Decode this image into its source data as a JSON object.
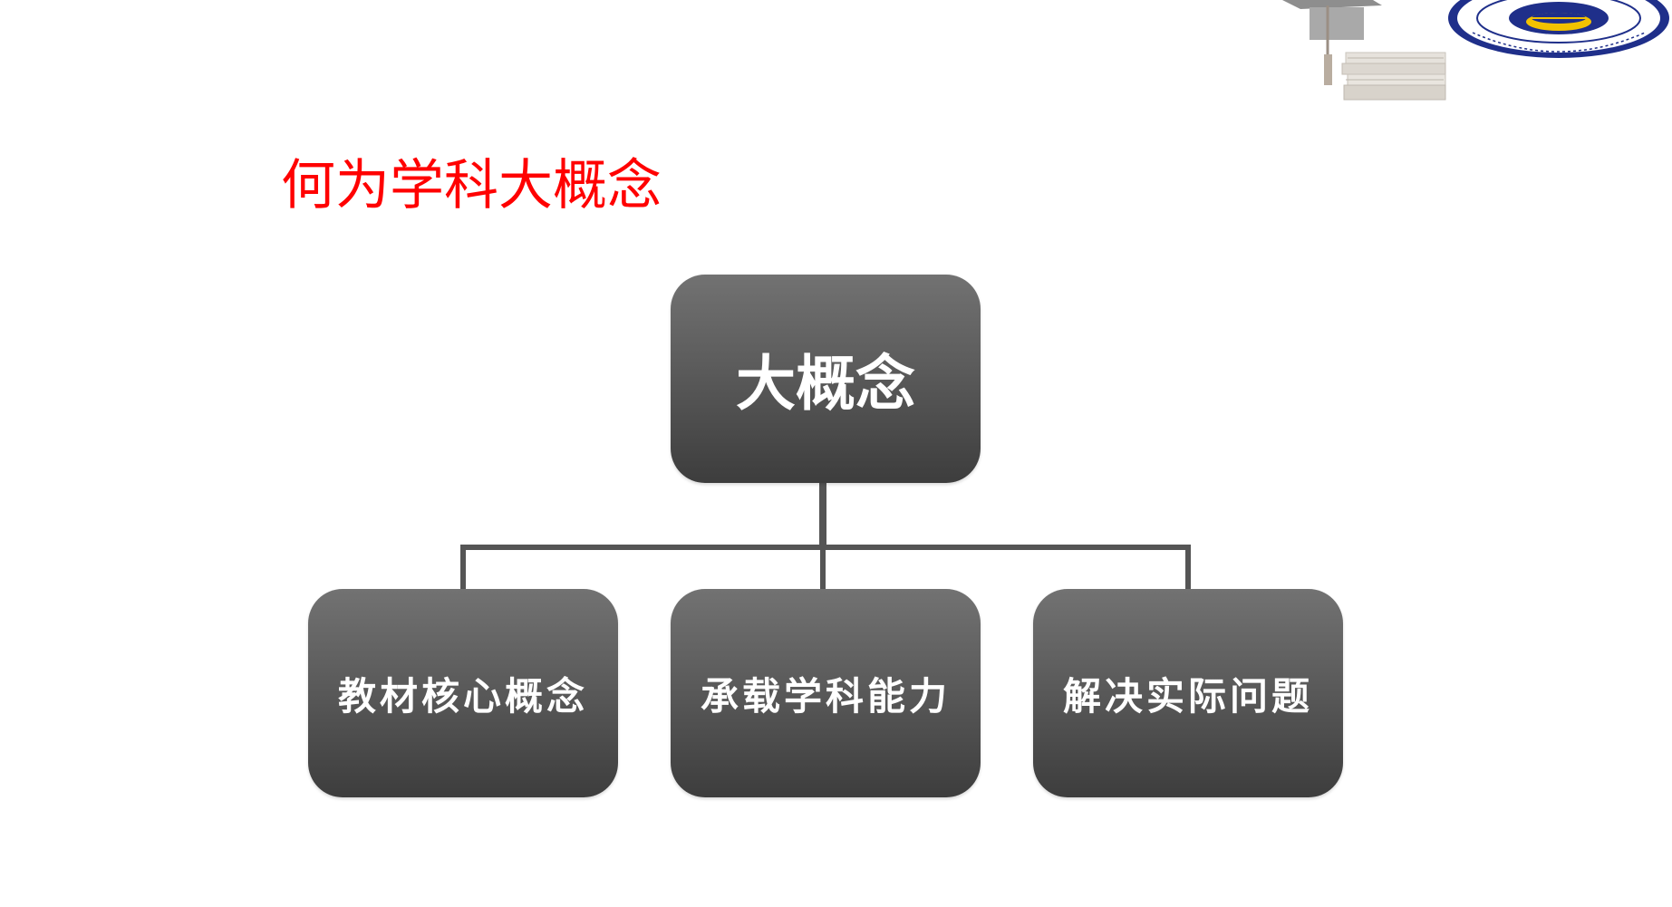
{
  "slide": {
    "title": "何为学科大概念",
    "title_color": "#ff0000"
  },
  "diagram": {
    "root": {
      "label": "大概念"
    },
    "children": [
      {
        "label": "教材核心概念"
      },
      {
        "label": "承载学科能力"
      },
      {
        "label": "解决实际问题"
      }
    ],
    "box_color": "#5b5b5b",
    "connector_color": "#555555"
  },
  "decoration": {
    "logo_icon": "school-seal-icon",
    "graduation_icon": "graduation-cap-books-icon"
  }
}
